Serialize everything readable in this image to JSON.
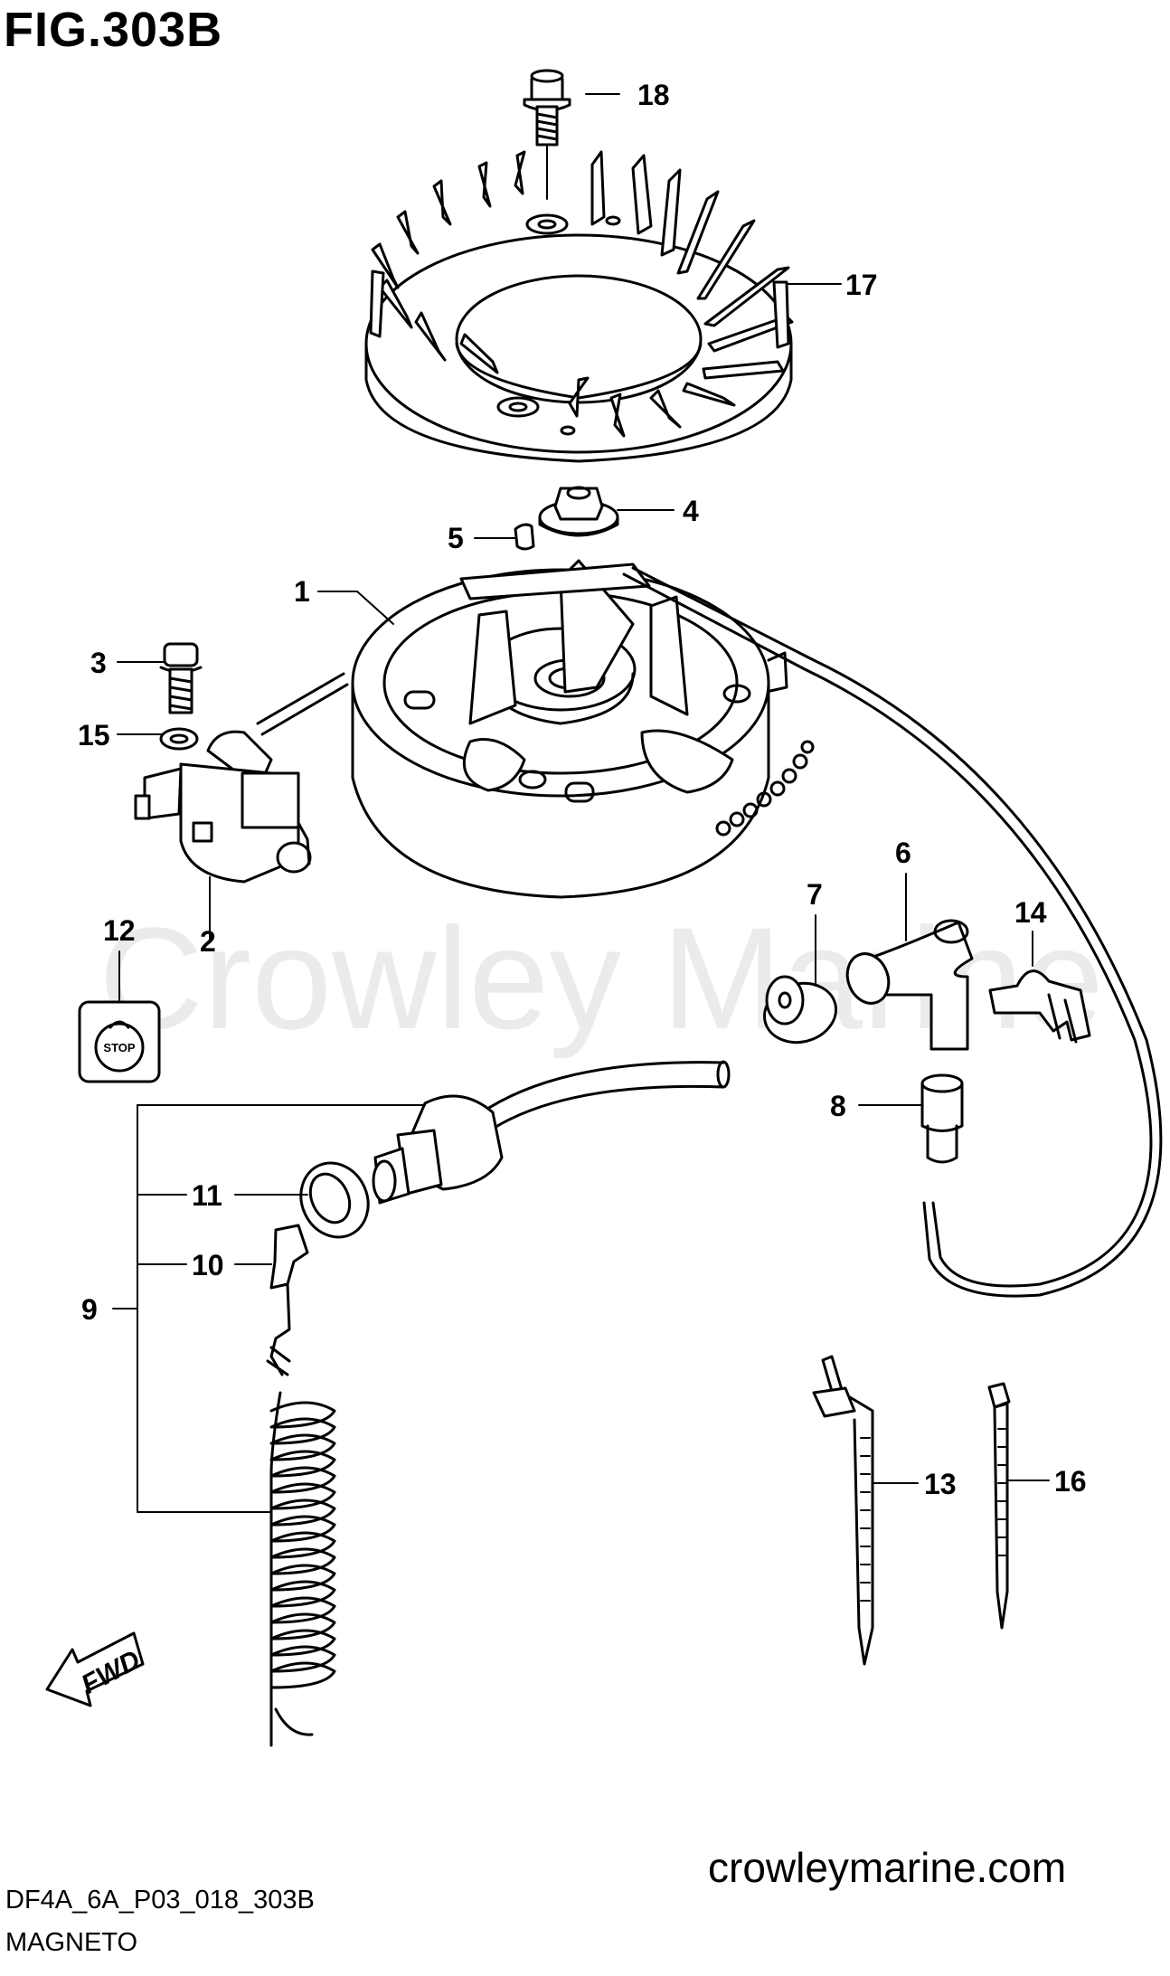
{
  "figure": {
    "title": "FIG.303B",
    "watermark": "Crowley Marine",
    "website": "crowleymarine.com",
    "drawing_code": "DF4A_6A_P03_018_303B",
    "section_name": "MAGNETO",
    "stop_label": "STOP",
    "fwd_label": "FWD"
  },
  "callouts": [
    "1",
    "2",
    "3",
    "4",
    "5",
    "6",
    "7",
    "8",
    "9",
    "10",
    "11",
    "12",
    "13",
    "14",
    "15",
    "16",
    "17",
    "18"
  ]
}
